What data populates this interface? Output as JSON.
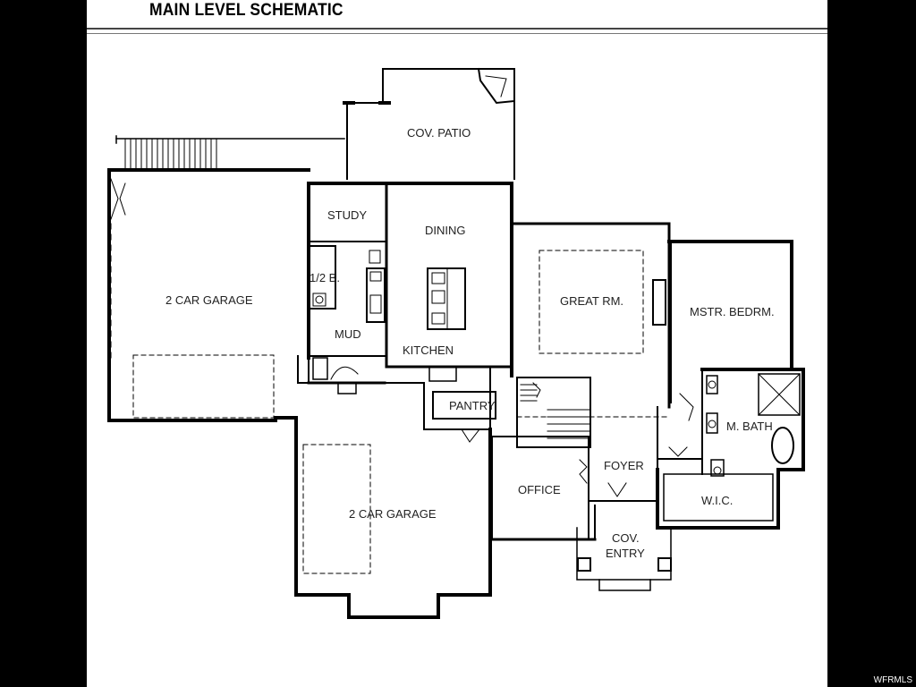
{
  "title": "MAIN LEVEL SCHEMATIC",
  "watermark": "WFRMLS",
  "rooms": {
    "cov_patio": "COV. PATIO",
    "study": "STUDY",
    "dining": "DINING",
    "half_bath": "1/2 B.",
    "mud": "MUD",
    "kitchen": "KITCHEN",
    "great_room": "GREAT RM.",
    "master_bedroom": "MSTR. BEDRM.",
    "garage_upper": "2 CAR GARAGE",
    "pantry": "PANTRY",
    "master_bath": "M. BATH",
    "foyer": "FOYER",
    "office": "OFFICE",
    "wic": "W.I.C.",
    "garage_lower": "2 CAR GARAGE",
    "cov_entry_line1": "COV.",
    "cov_entry_line2": "ENTRY"
  }
}
